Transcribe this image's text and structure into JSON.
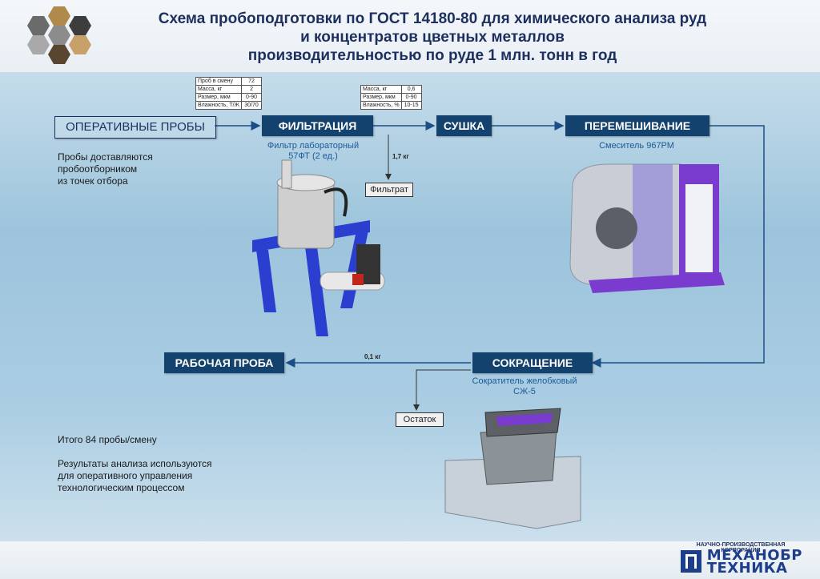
{
  "title": {
    "line1": "Схема пробоподготовки по ГОСТ 14180-80 для химического анализа руд",
    "line2": "и концентратов цветных металлов",
    "line3": "производительностью по руде 1 млн. тонн в год"
  },
  "stages": {
    "samples": "ОПЕРАТИВНЫЕ ПРОБЫ",
    "filtration": "ФИЛЬТРАЦИЯ",
    "drying": "СУШКА",
    "mixing": "ПЕРЕМЕШИВАНИЕ",
    "reduction": "СОКРАЩЕНИЕ",
    "working_sample": "РАБОЧАЯ ПРОБА"
  },
  "outputs": {
    "filtrate": "Фильтрат",
    "remainder": "Остаток"
  },
  "flow_labels": {
    "filtrate_mass": "1,7 кг",
    "working_mass": "0,1 кг"
  },
  "equipment": {
    "filter_line1": "Фильтр лабораторный",
    "filter_line2": "57ФТ (2 ед.)",
    "mixer": "Смеситель 967РМ",
    "divider_line1": "Сократитель желобковый",
    "divider_line2": "СЖ-5"
  },
  "notes": {
    "delivery_line1": "Пробы доставляются",
    "delivery_line2": "пробоотборником",
    "delivery_line3": "из точек отбора",
    "total": "Итого 84 пробы/смену",
    "results_line1": "Результаты анализа используются",
    "results_line2": "для оперативного управления",
    "results_line3": "технологическим процессом"
  },
  "spec_table_1": [
    {
      "label": "Проб в смену",
      "value": "72"
    },
    {
      "label": "Масса, кг",
      "value": "2"
    },
    {
      "label": "Размер, мкм",
      "value": "0-90"
    },
    {
      "label": "Влажность, Т/Ж",
      "value": "30/70"
    }
  ],
  "spec_table_2": [
    {
      "label": "Масса, кг",
      "value": "0,6"
    },
    {
      "label": "Размер, мкм",
      "value": "0-90"
    },
    {
      "label": "Влажность, %",
      "value": "10-15"
    }
  ],
  "logo": {
    "subtitle": "НАУЧНО-ПРОИЗВОДСТВЕННАЯ КОРПОРАЦИЯ",
    "line1": "МЕХАНОБР",
    "line2": "ТЕХНИКА"
  },
  "colors": {
    "stage_box": "#13426f",
    "arrow": "#1c4f86",
    "title": "#1d2f5e",
    "caption": "#1c5a98",
    "frame_blue": "#2a3fd0",
    "mixer_purple": "#7a3ccf"
  }
}
